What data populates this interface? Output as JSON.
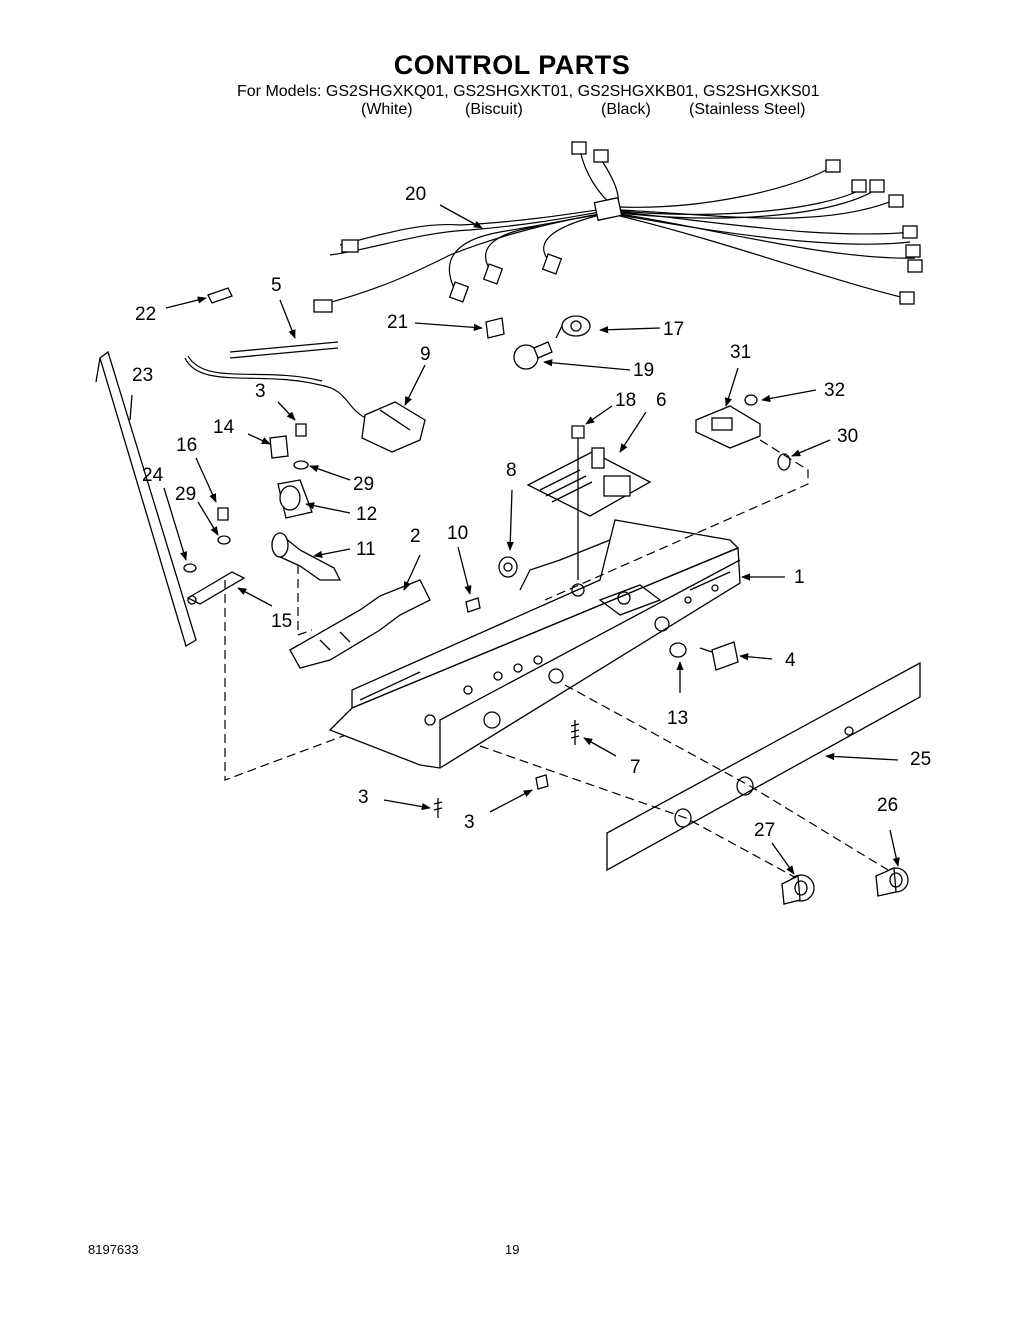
{
  "header": {
    "title": "CONTROL PARTS",
    "models_line": "For Models: GS2SHGXKQ01, GS2SHGXKT01, GS2SHGXKB01, GS2SHGXKS01",
    "variants": [
      "(White)",
      "(Biscuit)",
      "(Black)",
      "(Stainless Steel)"
    ]
  },
  "callouts": [
    "1",
    "2",
    "3",
    "3",
    "3",
    "4",
    "5",
    "6",
    "7",
    "8",
    "9",
    "10",
    "11",
    "12",
    "13",
    "14",
    "15",
    "16",
    "17",
    "18",
    "19",
    "20",
    "21",
    "22",
    "23",
    "24",
    "25",
    "26",
    "27",
    "29",
    "29",
    "30",
    "31",
    "32"
  ],
  "footer": {
    "doc_number": "8197633",
    "page_number": "19"
  }
}
